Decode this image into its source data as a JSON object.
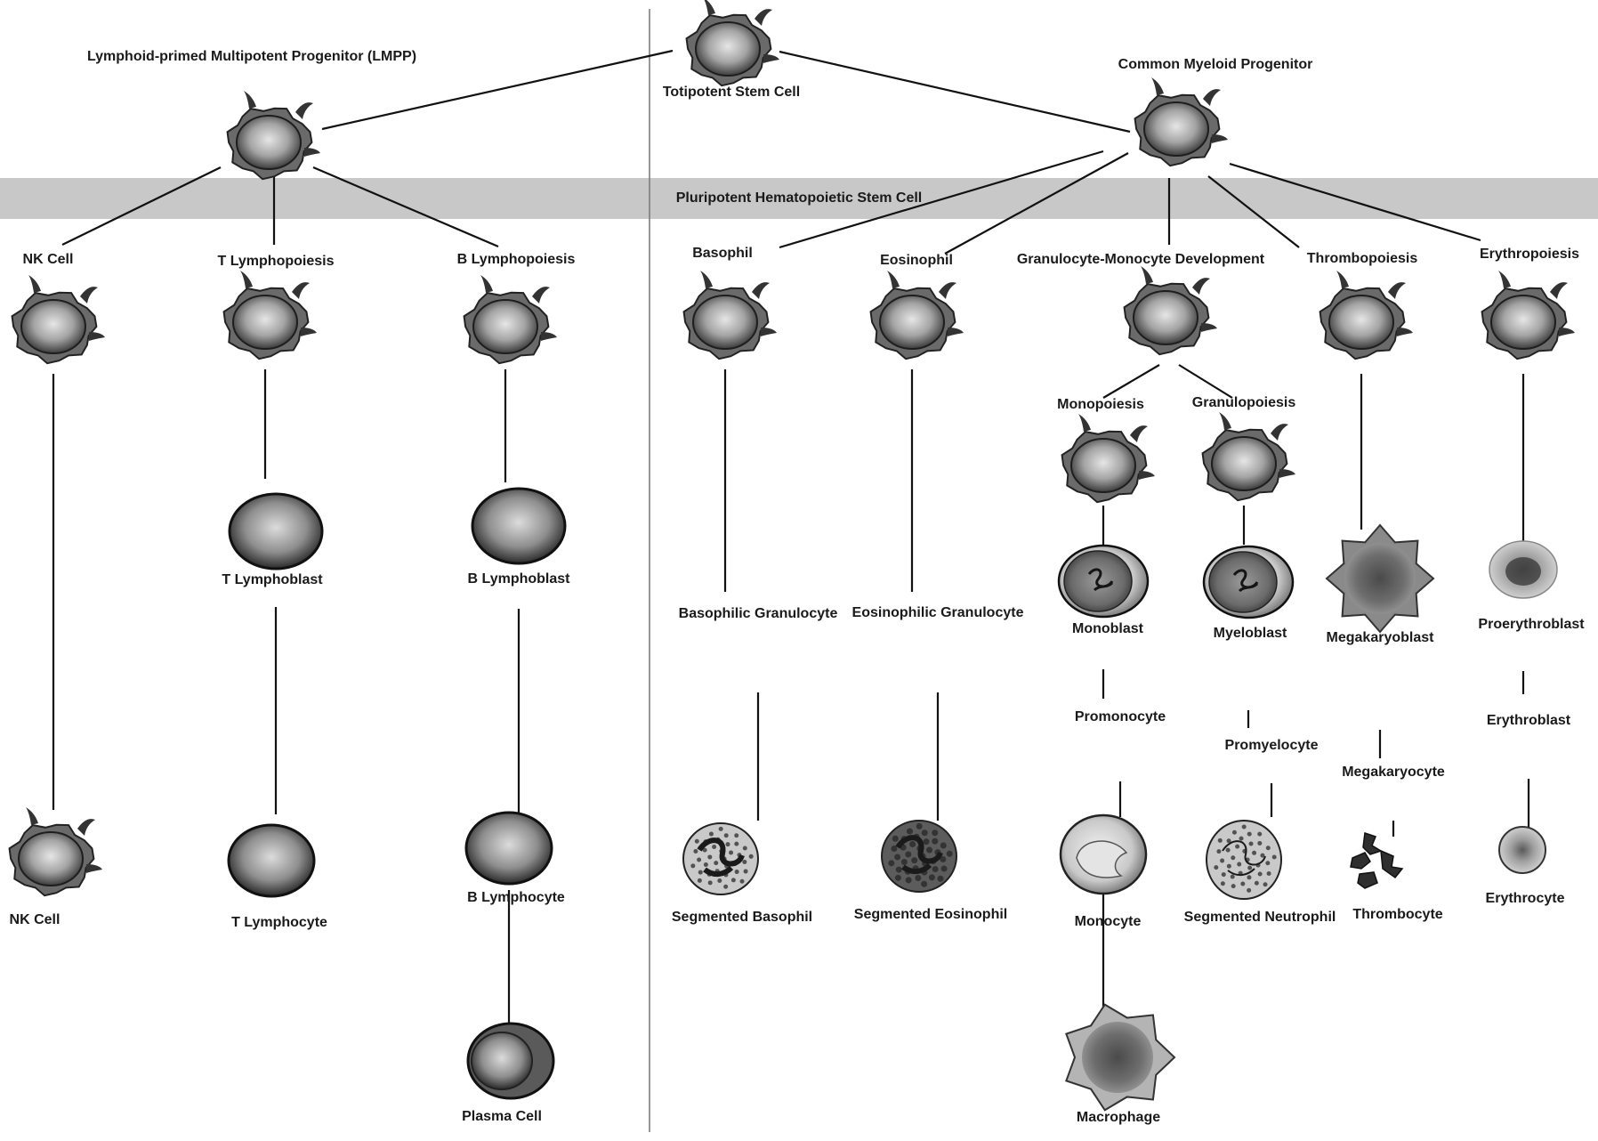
{
  "band_label": "Pluripotent Hematopoietic Stem Cell",
  "nodes": [
    {
      "id": "totipotent",
      "label": "Totipotent Stem Cell",
      "cell": "stem"
    },
    {
      "id": "lmpp",
      "label": "Lymphoid-primed Multipotent Progenitor (LMPP)",
      "cell": "stem"
    },
    {
      "id": "cmp",
      "label": "Common Myeloid Progenitor",
      "cell": "stem"
    },
    {
      "id": "nk",
      "label": "NK Cell",
      "cell": "stem"
    },
    {
      "id": "t-lymphopoiesis",
      "label": "T Lymphopoiesis",
      "cell": "stem"
    },
    {
      "id": "b-lymphopoiesis",
      "label": "B Lymphopoiesis",
      "cell": "stem"
    },
    {
      "id": "basophil",
      "label": "Basophil",
      "cell": "stem"
    },
    {
      "id": "eosinophil",
      "label": "Eosinophil",
      "cell": "stem"
    },
    {
      "id": "gm-development",
      "label": "Granulocyte-Monocyte Development",
      "cell": "stem"
    },
    {
      "id": "thrombopoiesis",
      "label": "Thrombopoiesis",
      "cell": "stem"
    },
    {
      "id": "erythropoiesis",
      "label": "Erythropoiesis",
      "cell": "stem"
    },
    {
      "id": "monopoiesis",
      "label": "Monopoiesis",
      "cell": "stem"
    },
    {
      "id": "granulopoiesis",
      "label": "Granulopoiesis",
      "cell": "stem"
    },
    {
      "id": "t-lymphoblast",
      "label": "T Lymphoblast",
      "cell": "blast"
    },
    {
      "id": "b-lymphoblast",
      "label": "B Lymphoblast",
      "cell": "blast"
    },
    {
      "id": "basophilic-granulocyte",
      "label": "Basophilic Granulocyte",
      "cell": "none"
    },
    {
      "id": "eosinophilic-granulocyte",
      "label": "Eosinophilic Granulocyte",
      "cell": "none"
    },
    {
      "id": "monoblast",
      "label": "Monoblast",
      "cell": "monoblast"
    },
    {
      "id": "myeloblast",
      "label": "Myeloblast",
      "cell": "monoblast"
    },
    {
      "id": "megakaryoblast",
      "label": "Megakaryoblast",
      "cell": "megakaryoblast"
    },
    {
      "id": "proerythroblast",
      "label": "Proerythroblast",
      "cell": "proerythroblast"
    },
    {
      "id": "promonocyte",
      "label": "Promonocyte",
      "cell": "none"
    },
    {
      "id": "promyelocyte",
      "label": "Promyelocyte",
      "cell": "none"
    },
    {
      "id": "megakaryocyte",
      "label": "Megakaryocyte",
      "cell": "none"
    },
    {
      "id": "erythroblast",
      "label": "Erythroblast",
      "cell": "none"
    },
    {
      "id": "nk-cell",
      "label": "NK Cell",
      "cell": "stem"
    },
    {
      "id": "t-lymphocyte",
      "label": "T Lymphocyte",
      "cell": "lymphocyte"
    },
    {
      "id": "b-lymphocyte",
      "label": "B Lymphocyte",
      "cell": "lymphocyte"
    },
    {
      "id": "plasma-cell",
      "label": "Plasma Cell",
      "cell": "plasma"
    },
    {
      "id": "segmented-basophil",
      "label": "Segmented Basophil",
      "cell": "basophil"
    },
    {
      "id": "segmented-eosinophil",
      "label": "Segmented Eosinophil",
      "cell": "eosinophil"
    },
    {
      "id": "monocyte",
      "label": "Monocyte",
      "cell": "monocyte"
    },
    {
      "id": "segmented-neutrophil",
      "label": "Segmented Neutrophil",
      "cell": "neutrophil"
    },
    {
      "id": "thrombocyte",
      "label": "Thrombocyte",
      "cell": "platelets"
    },
    {
      "id": "erythrocyte",
      "label": "Erythrocyte",
      "cell": "erythrocyte"
    },
    {
      "id": "macrophage",
      "label": "Macrophage",
      "cell": "macrophage"
    }
  ],
  "edges": [
    [
      "totipotent",
      "lmpp"
    ],
    [
      "totipotent",
      "cmp"
    ],
    [
      "lmpp",
      "nk"
    ],
    [
      "lmpp",
      "t-lymphopoiesis"
    ],
    [
      "lmpp",
      "b-lymphopoiesis"
    ],
    [
      "cmp",
      "basophil"
    ],
    [
      "cmp",
      "eosinophil"
    ],
    [
      "cmp",
      "gm-development"
    ],
    [
      "cmp",
      "thrombopoiesis"
    ],
    [
      "cmp",
      "erythropoiesis"
    ],
    [
      "gm-development",
      "monopoiesis"
    ],
    [
      "gm-development",
      "granulopoiesis"
    ],
    [
      "nk",
      "nk-cell"
    ],
    [
      "t-lymphopoiesis",
      "t-lymphoblast"
    ],
    [
      "t-lymphoblast",
      "t-lymphocyte"
    ],
    [
      "b-lymphopoiesis",
      "b-lymphoblast"
    ],
    [
      "b-lymphoblast",
      "b-lymphocyte"
    ],
    [
      "b-lymphocyte",
      "plasma-cell"
    ],
    [
      "basophil",
      "basophilic-granulocyte"
    ],
    [
      "basophilic-granulocyte",
      "segmented-basophil"
    ],
    [
      "eosinophil",
      "eosinophilic-granulocyte"
    ],
    [
      "eosinophilic-granulocyte",
      "segmented-eosinophil"
    ],
    [
      "monopoiesis",
      "monoblast"
    ],
    [
      "monoblast",
      "promonocyte"
    ],
    [
      "promonocyte",
      "monocyte"
    ],
    [
      "monocyte",
      "macrophage"
    ],
    [
      "granulopoiesis",
      "myeloblast"
    ],
    [
      "myeloblast",
      "promyelocyte"
    ],
    [
      "promyelocyte",
      "segmented-neutrophil"
    ],
    [
      "thrombopoiesis",
      "megakaryoblast"
    ],
    [
      "megakaryoblast",
      "megakaryocyte"
    ],
    [
      "megakaryocyte",
      "thrombocyte"
    ],
    [
      "erythropoiesis",
      "proerythroblast"
    ],
    [
      "proerythroblast",
      "erythroblast"
    ],
    [
      "erythroblast",
      "erythrocyte"
    ]
  ],
  "colors": {
    "band": "#c8c8c8",
    "line": "#111111",
    "cell_dark": "#2c2c2c",
    "cell_mid": "#7a7a7a",
    "cell_light": "#d6d6d6"
  }
}
